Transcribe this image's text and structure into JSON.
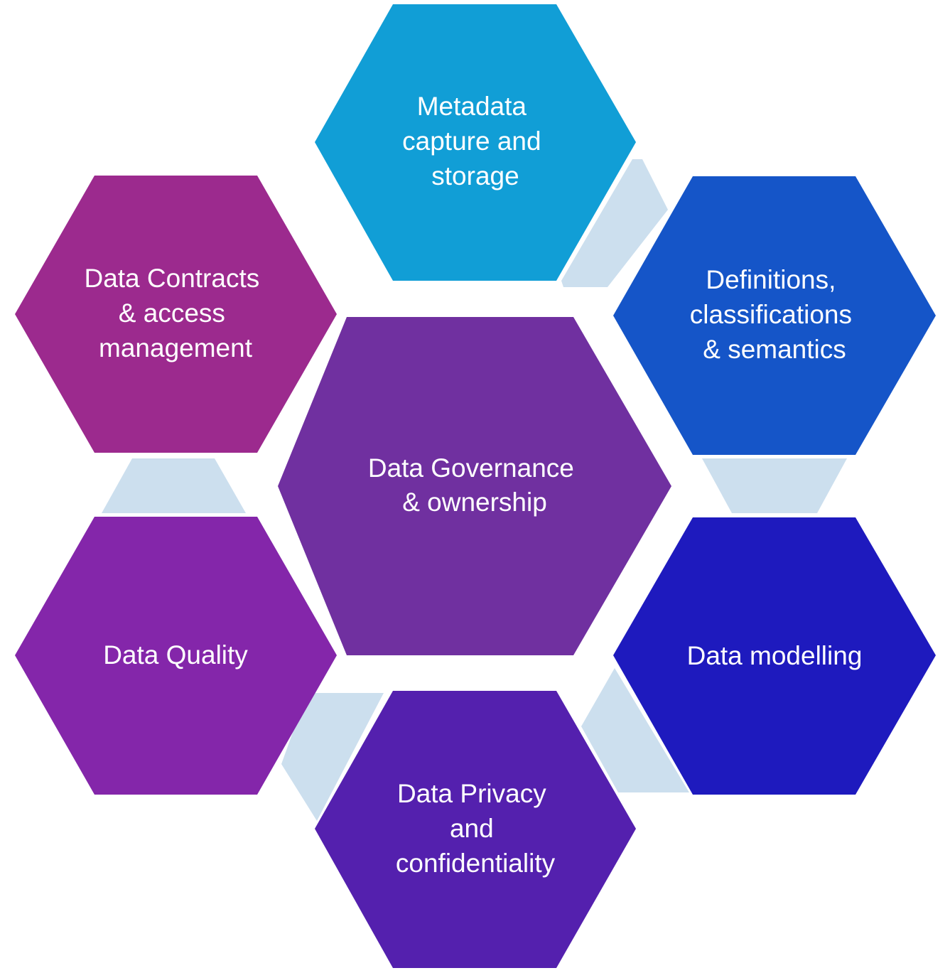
{
  "diagram": {
    "center": {
      "lines": [
        "Data Governance",
        "& ownership"
      ],
      "color": "#7030A0"
    },
    "segments": [
      {
        "lines": [
          "Metadata",
          "capture and",
          "storage"
        ],
        "color": "#119ED6"
      },
      {
        "lines": [
          "Definitions,",
          "classifications",
          "& semantics"
        ],
        "color": "#1555C8"
      },
      {
        "lines": [
          "Data modelling"
        ],
        "color": "#1E1ABE"
      },
      {
        "lines": [
          "Data Privacy",
          "and",
          "confidentiality"
        ],
        "color": "#5420AE"
      },
      {
        "lines": [
          "Data Quality"
        ],
        "color": "#8426AA"
      },
      {
        "lines": [
          "Data Contracts",
          "& access",
          "management"
        ],
        "color": "#9C2A8E"
      }
    ],
    "connector_color": "#CCDFEE"
  }
}
